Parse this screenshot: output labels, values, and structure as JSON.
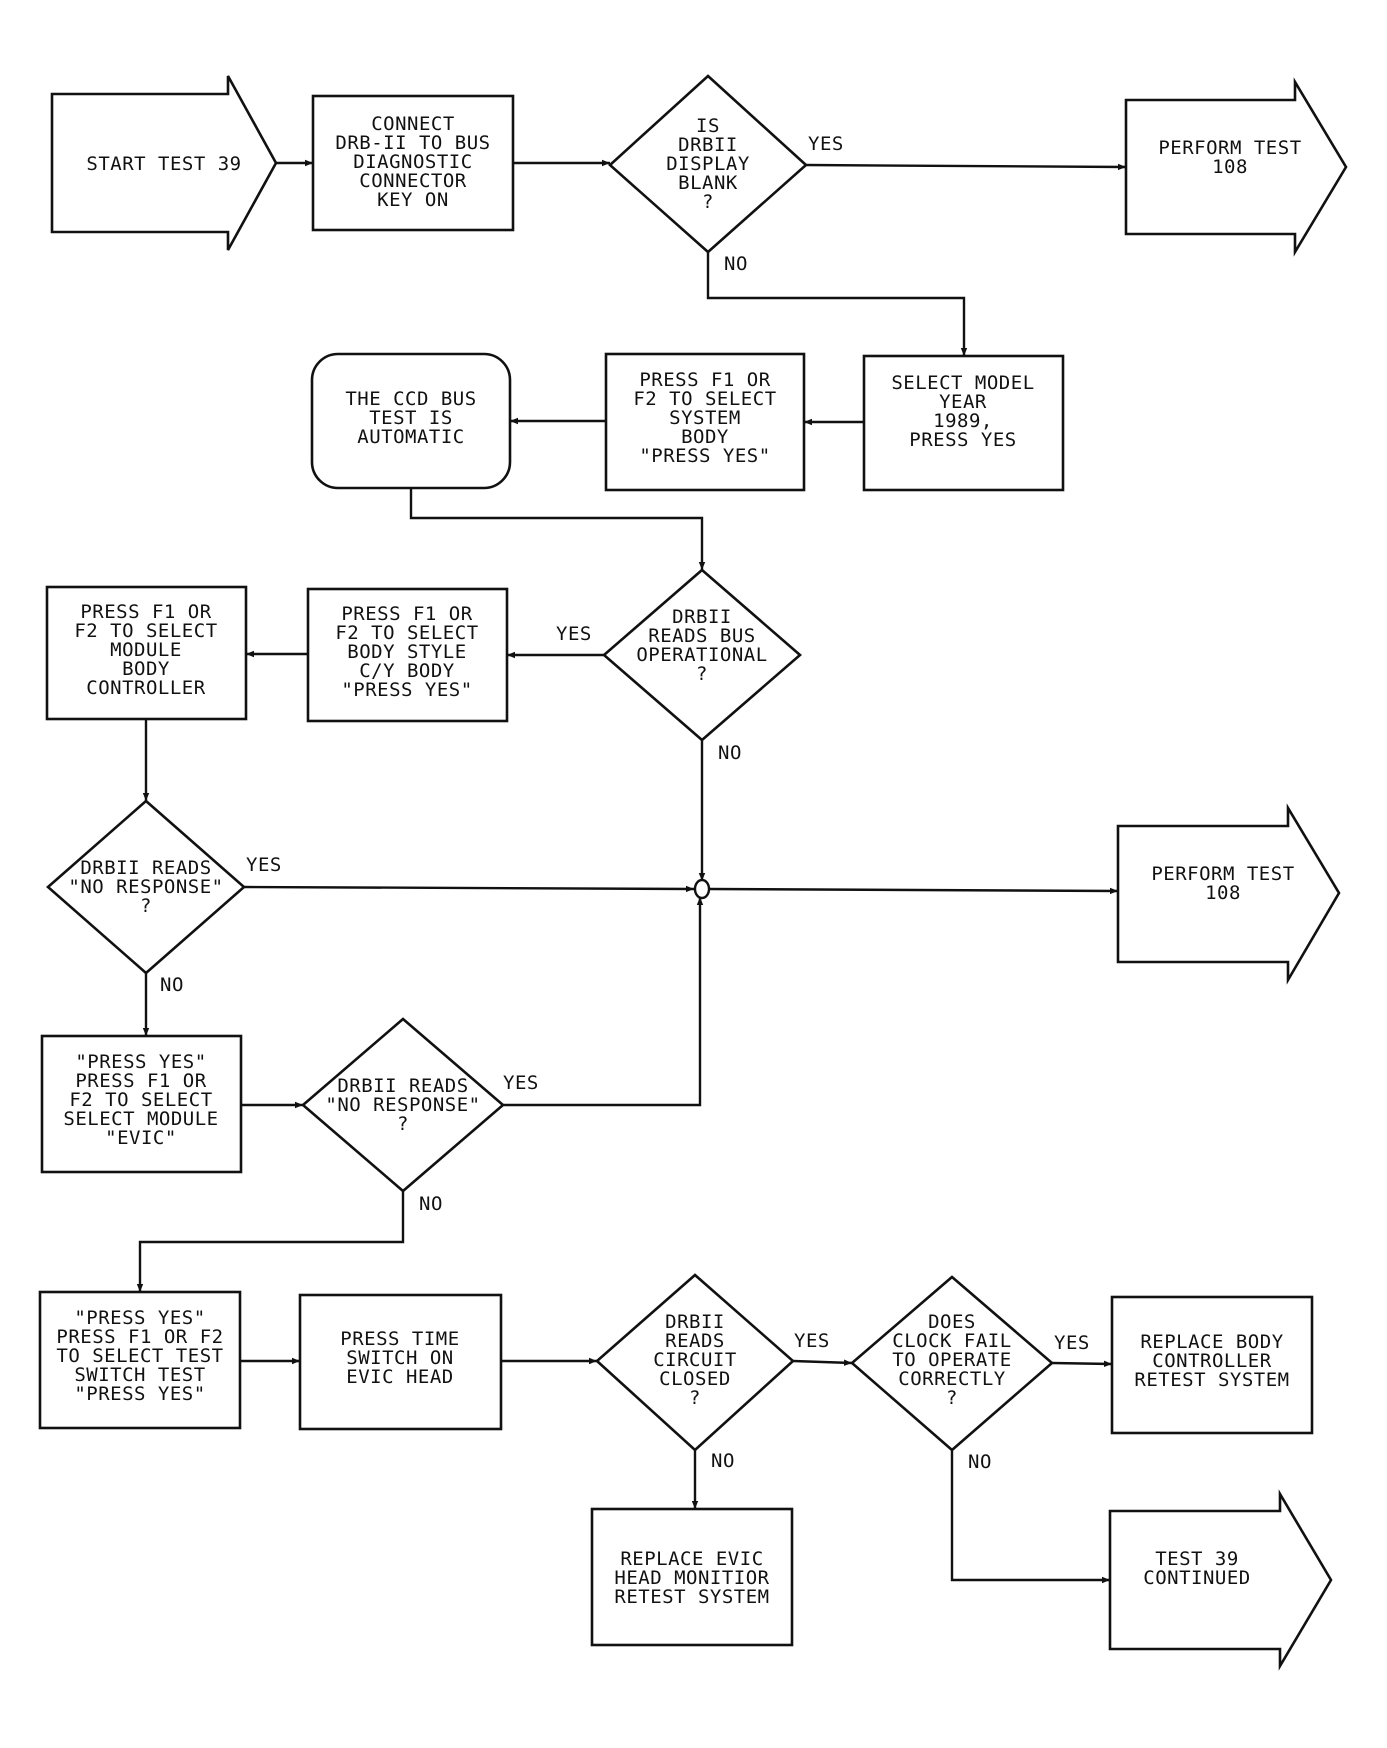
{
  "nodes": [
    {
      "id": "start",
      "lines": [
        "START TEST 39"
      ]
    },
    {
      "id": "connect",
      "lines": [
        "CONNECT",
        "DRB-II TO BUS",
        "DIAGNOSTIC",
        "CONNECTOR",
        "KEY ON"
      ]
    },
    {
      "id": "d_blank",
      "lines": [
        "IS",
        "DRBII",
        "DISPLAY",
        "BLANK",
        "?"
      ]
    },
    {
      "id": "perform1",
      "lines": [
        "PERFORM TEST",
        "108"
      ]
    },
    {
      "id": "select_year",
      "lines": [
        "SELECT MODEL",
        "YEAR",
        "1989,",
        "PRESS YES"
      ]
    },
    {
      "id": "select_system",
      "lines": [
        "PRESS F1 OR",
        "F2 TO SELECT",
        "SYSTEM",
        "BODY",
        "\"PRESS YES\""
      ]
    },
    {
      "id": "ccd_auto",
      "lines": [
        "THE CCD BUS",
        "TEST IS",
        "AUTOMATIC"
      ]
    },
    {
      "id": "d_bus",
      "lines": [
        "DRBII",
        "READS BUS",
        "OPERATIONAL",
        "?"
      ]
    },
    {
      "id": "body_style",
      "lines": [
        "PRESS F1 OR",
        "F2 TO SELECT",
        "BODY STYLE",
        "C/Y BODY",
        "\"PRESS YES\""
      ]
    },
    {
      "id": "module_body",
      "lines": [
        "PRESS F1 OR",
        "F2 TO SELECT",
        "MODULE",
        "BODY",
        "CONTROLLER"
      ]
    },
    {
      "id": "d_noresp1",
      "lines": [
        "DRBII READS",
        "\"NO RESPONSE\"",
        "?"
      ]
    },
    {
      "id": "perform2",
      "lines": [
        "PERFORM TEST",
        "108"
      ]
    },
    {
      "id": "evic",
      "lines": [
        "\"PRESS YES\"",
        "PRESS F1 OR",
        "F2 TO SELECT",
        "SELECT MODULE",
        "\"EVIC\""
      ]
    },
    {
      "id": "d_noresp2",
      "lines": [
        "DRBII READS",
        "\"NO RESPONSE\"",
        "?"
      ]
    },
    {
      "id": "switch_test",
      "lines": [
        "\"PRESS YES\"",
        "PRESS F1 OR F2",
        "TO SELECT TEST",
        "SWITCH TEST",
        "\"PRESS YES\""
      ]
    },
    {
      "id": "time_switch",
      "lines": [
        "PRESS TIME",
        "SWITCH ON",
        "EVIC HEAD"
      ]
    },
    {
      "id": "d_circuit",
      "lines": [
        "DRBII",
        "READS",
        "CIRCUIT",
        "CLOSED",
        "?"
      ]
    },
    {
      "id": "d_clock",
      "lines": [
        "DOES",
        "CLOCK FAIL",
        "TO OPERATE",
        "CORRECTLY",
        "?"
      ]
    },
    {
      "id": "replace_body",
      "lines": [
        "REPLACE BODY",
        "CONTROLLER",
        "RETEST SYSTEM"
      ]
    },
    {
      "id": "replace_evic",
      "lines": [
        "REPLACE EVIC",
        "HEAD MONITIOR",
        "RETEST SYSTEM"
      ]
    },
    {
      "id": "test39_cont",
      "lines": [
        "TEST 39",
        "CONTINUED"
      ]
    }
  ],
  "edge_labels": {
    "blank_yes": "YES",
    "blank_no": "NO",
    "bus_yes": "YES",
    "bus_no": "NO",
    "noresp1_yes": "YES",
    "noresp1_no": "NO",
    "noresp2_yes": "YES",
    "noresp2_no": "NO",
    "circuit_yes": "YES",
    "circuit_no": "NO",
    "clock_yes": "YES",
    "clock_no": "NO"
  },
  "colors": {
    "ink": "#111111",
    "paper": "#ffffff"
  }
}
